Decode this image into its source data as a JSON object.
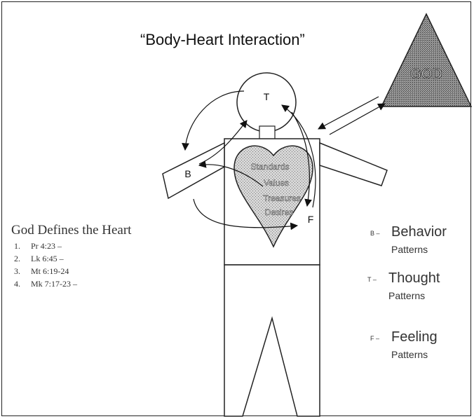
{
  "title": "“Body-Heart Interaction”",
  "god_label": "GOD",
  "figure_labels": {
    "thought": "T",
    "behavior": "B",
    "feeling": "F"
  },
  "heart_words": [
    "Standards",
    "Values",
    "Treasures",
    "Desires"
  ],
  "references": {
    "heading": "God Defines the Heart",
    "items": [
      {
        "num": "1.",
        "text": "Pr 4:23 –"
      },
      {
        "num": "2.",
        "text": "Lk 6:45 –"
      },
      {
        "num": "3.",
        "text": "Mt 6:19-24"
      },
      {
        "num": "4.",
        "text": "Mk 7:17-23 –"
      }
    ]
  },
  "legend": [
    {
      "key": "B –",
      "title": "Behavior",
      "subtitle": "Patterns"
    },
    {
      "key": "T –",
      "title": "Thought",
      "subtitle": "Patterns"
    },
    {
      "key": "F –",
      "title": "Feeling",
      "subtitle": "Patterns"
    }
  ]
}
